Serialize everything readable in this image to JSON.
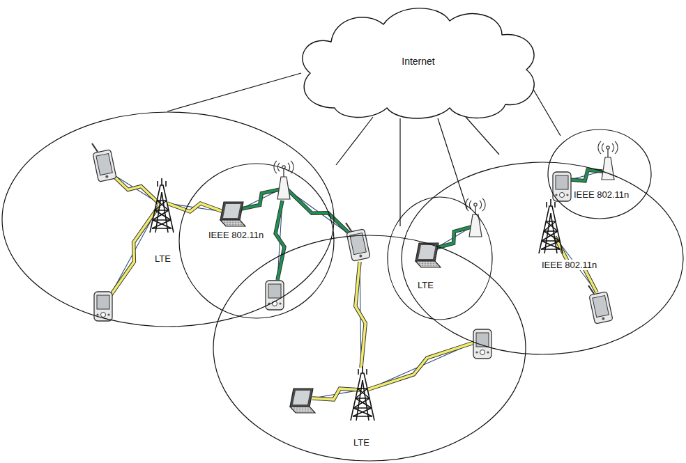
{
  "diagram": {
    "nodes": [
      {
        "text": [
          "Internet"
        ]
      },
      {
        "text": [
          "LTE"
        ]
      },
      {
        "text": [
          "IEEE 802.11n"
        ]
      },
      {
        "text": [
          "LTE"
        ]
      },
      {
        "text": [
          "IEEE 802.11n"
        ]
      },
      {
        "text": [
          "LTE"
        ]
      },
      {
        "text": [
          "IEEE 802.11n"
        ]
      }
    ],
    "edges": [
      {
        "from": 0,
        "to": 1,
        "arrow": "none"
      },
      {
        "from": 0,
        "to": 2,
        "arrow": "none"
      },
      {
        "from": 0,
        "to": 3,
        "arrow": "none"
      },
      {
        "from": 0,
        "to": 4,
        "arrow": "none"
      },
      {
        "from": 0,
        "to": 5,
        "arrow": "none"
      },
      {
        "from": 0,
        "to": 6,
        "arrow": "none"
      }
    ]
  }
}
